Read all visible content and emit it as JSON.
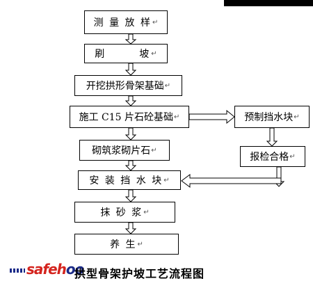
{
  "flowchart": {
    "steps": [
      "测 量 放 样",
      "刷　　　坡",
      "开挖拱形骨架基础",
      "施工 C15 片石砼基础",
      "砌筑浆砌片石",
      "安 装 挡 水 块",
      "抹 砂 浆",
      "养 生"
    ],
    "side_steps": [
      "预制挡水块",
      "报检合格"
    ],
    "paragraph_mark": "↵"
  },
  "caption": "拱型骨架护坡工艺流程图",
  "watermark": {
    "brand_red": "safeh",
    "brand_blue": "oo",
    "colors": {
      "red": "#d4241e",
      "blue": "#1a2a88"
    }
  },
  "colors": {
    "line": "#000000",
    "background": "#ffffff"
  }
}
